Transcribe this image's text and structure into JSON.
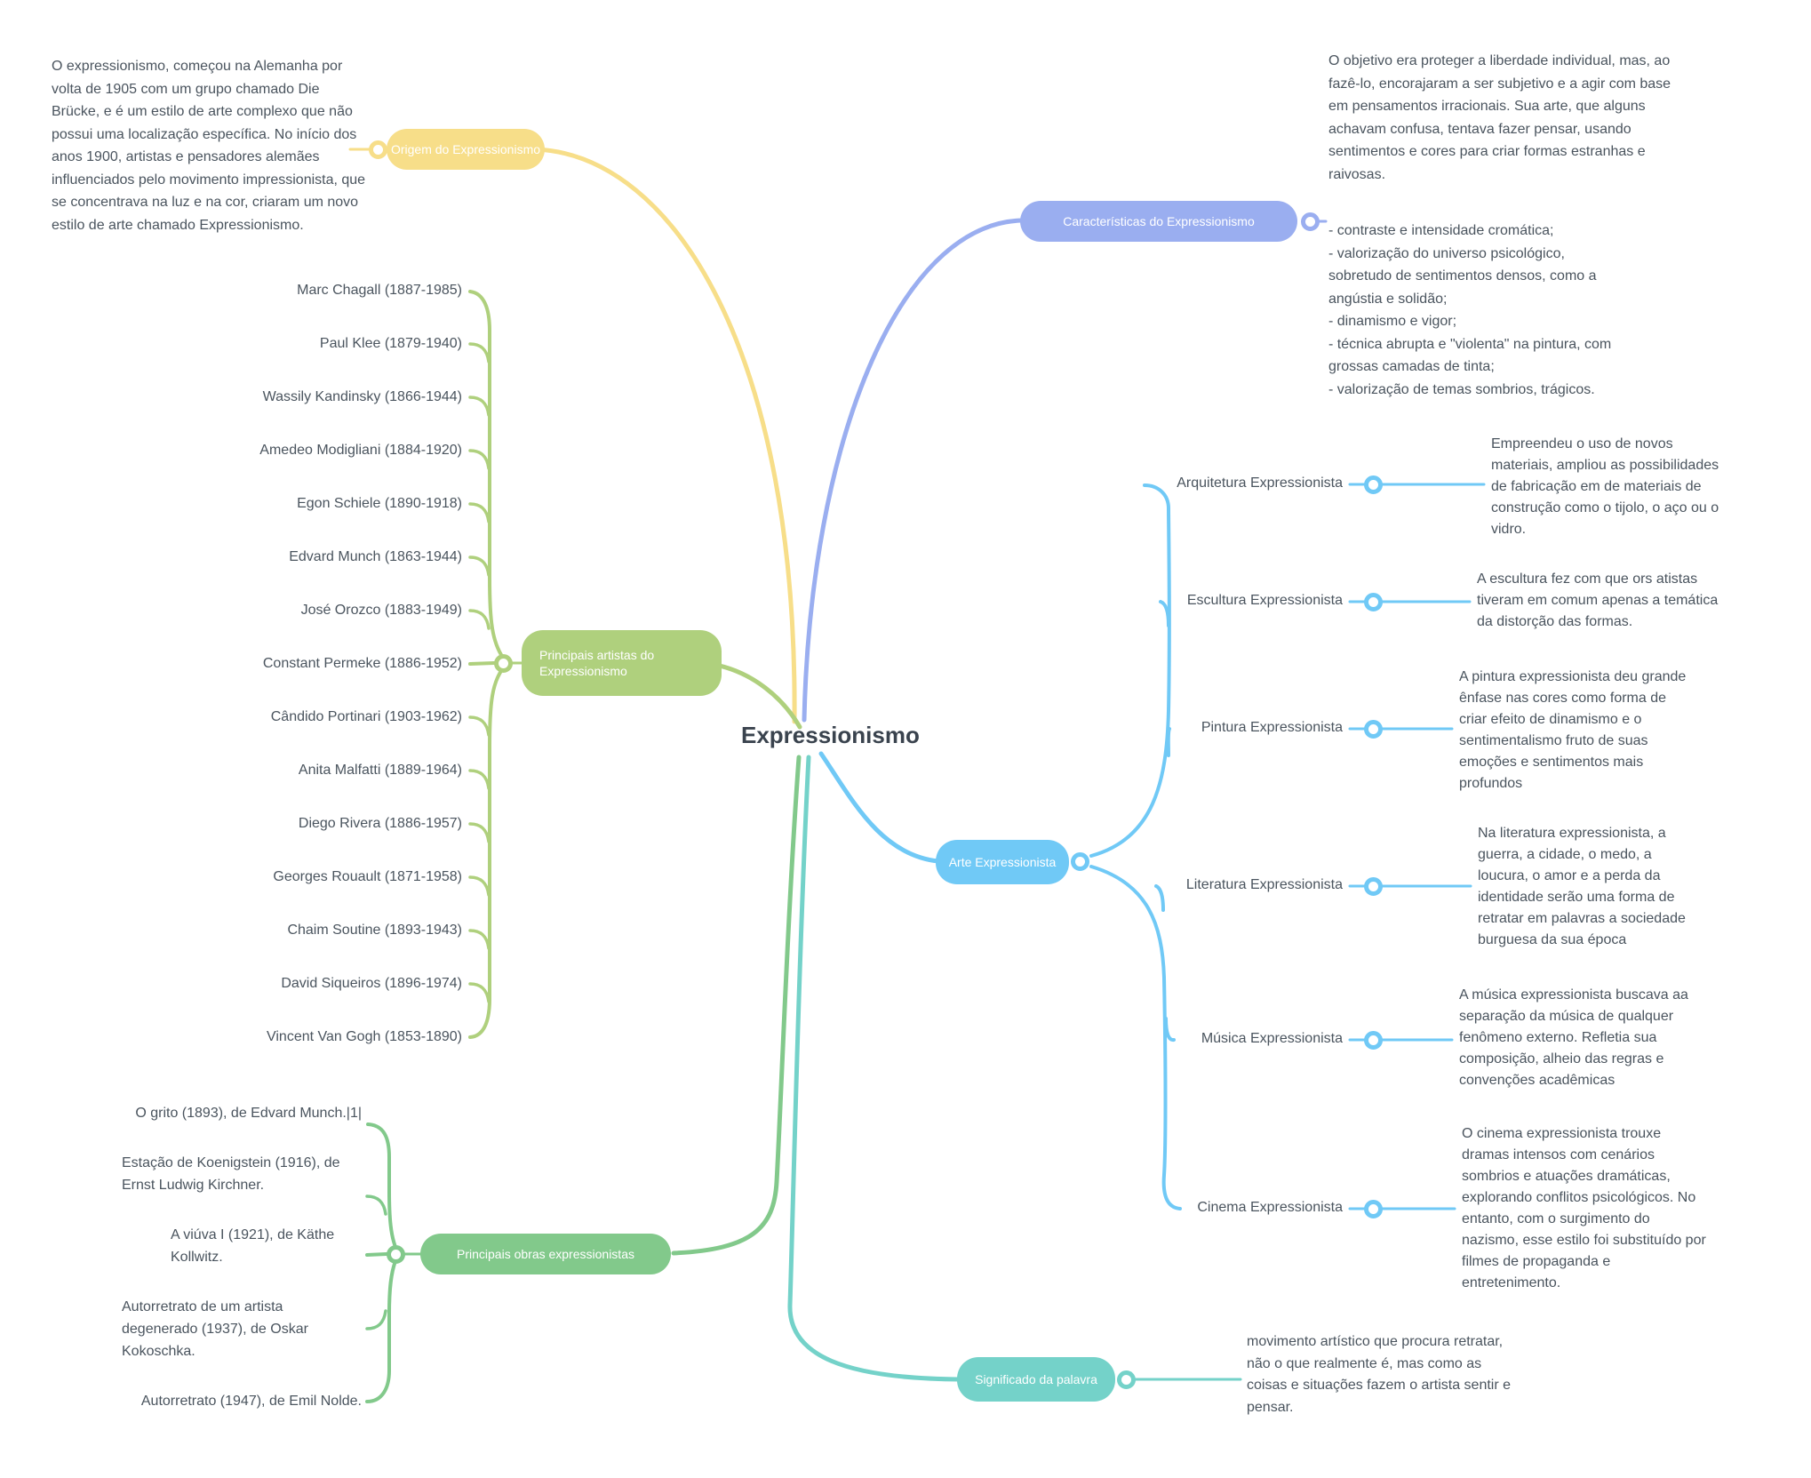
{
  "colors": {
    "yellow": "#f7de89",
    "periwinkle": "#9aaef0",
    "olive": "#afd07d",
    "sky": "#70c9f6",
    "green": "#82c98b",
    "teal": "#74d2c9",
    "text": "#4a545e"
  },
  "center": {
    "title": "Expressionismo"
  },
  "origem": {
    "label": "Origem do Expressionismo",
    "description": "O expressionismo, começou na Alemanha por volta de 1905 com um grupo chamado Die Brücke, e é um estilo de arte complexo que não possui uma localização específica. No início dos anos 1900, artistas e pensadores alemães influenciados pelo movimento impressionista, que se concentrava na luz e na cor, criaram um novo estilo de arte chamado Expressionismo."
  },
  "caracteristicas": {
    "label": "Características do Expressionismo",
    "paragraph": "O objetivo era proteger a liberdade individual, mas, ao fazê-lo, encorajaram a ser subjetivo e a agir com base em pensamentos irracionais. Sua arte, que alguns achavam confusa, tentava fazer pensar, usando sentimentos e cores para criar formas estranhas e raivosas.",
    "bullets": [
      "- contraste e intensidade cromática;",
      "- valorização do universo psicológico, sobretudo de sentimentos densos, como a angústia e solidão;",
      "- dinamismo e vigor;",
      "- técnica abrupta e \"violenta\" na pintura, com grossas camadas de tinta;",
      "- valorização de temas sombrios, trágicos."
    ]
  },
  "artistas": {
    "label": "Principais artistas do Expressionismo",
    "items": [
      "Marc Chagall (1887-1985)",
      "Paul Klee (1879-1940)",
      "Wassily Kandinsky (1866-1944)",
      "Amedeo Modigliani (1884-1920)",
      "Egon Schiele (1890-1918)",
      "Edvard Munch (1863-1944)",
      "José Orozco (1883-1949)",
      "Constant Permeke (1886-1952)",
      "Cândido Portinari (1903-1962)",
      "Anita Malfatti (1889-1964)",
      "Diego Rivera (1886-1957)",
      "Georges Rouault (1871-1958)",
      "Chaim Soutine (1893-1943)",
      "David Siqueiros (1896-1974)",
      "Vincent Van Gogh (1853-1890)"
    ]
  },
  "arte": {
    "label": "Arte Expressionista",
    "items": [
      {
        "label": "Arquitetura Expressionista",
        "description": "Empreendeu o uso de novos materiais, ampliou as possibilidades de fabricação em de materiais de construção como o tijolo, o aço ou o vidro."
      },
      {
        "label": "Escultura Expressionista",
        "description": "A escultura fez com que ors atistas tiveram em comum apenas a temática da distorção das formas."
      },
      {
        "label": "Pintura Expressionista",
        "description": "A pintura expressionista deu grande ênfase nas cores como forma de criar efeito de dinamismo e o sentimentalismo fruto de suas emoções e sentimentos mais profundos"
      },
      {
        "label": "Literatura Expressionista",
        "description": "Na literatura expressionista, a guerra, a cidade, o medo, a loucura, o amor e a perda da identidade serão uma forma de retratar em palavras a sociedade burguesa da sua época"
      },
      {
        "label": "Música Expressionista",
        "description": "A música expressionista buscava aa separação da música de qualquer fenômeno externo. Refletia sua composição, alheio das regras e convenções acadêmicas"
      },
      {
        "label": "Cinema Expressionista",
        "description": "O cinema expressionista trouxe dramas intensos com cenários sombrios e atuações dramáticas, explorando conflitos psicológicos. No entanto, com o surgimento do nazismo, esse estilo foi substituído por filmes de propaganda e entretenimento."
      }
    ]
  },
  "obras": {
    "label": "Principais obras expressionistas",
    "items": [
      "O grito (1893), de Edvard Munch.|1|",
      "Estação de Koenigstein (1916), de Ernst Ludwig Kirchner.",
      "A viúva I (1921), de Käthe Kollwitz.",
      "Autorretrato de um artista degenerado (1937), de Oskar Kokoschka.",
      "Autorretrato (1947), de Emil Nolde."
    ]
  },
  "significado": {
    "label": "Significado da palavra",
    "description": "movimento artístico que procura retratar, não o que realmente é, mas como as coisas e situações fazem o artista sentir e pensar."
  }
}
